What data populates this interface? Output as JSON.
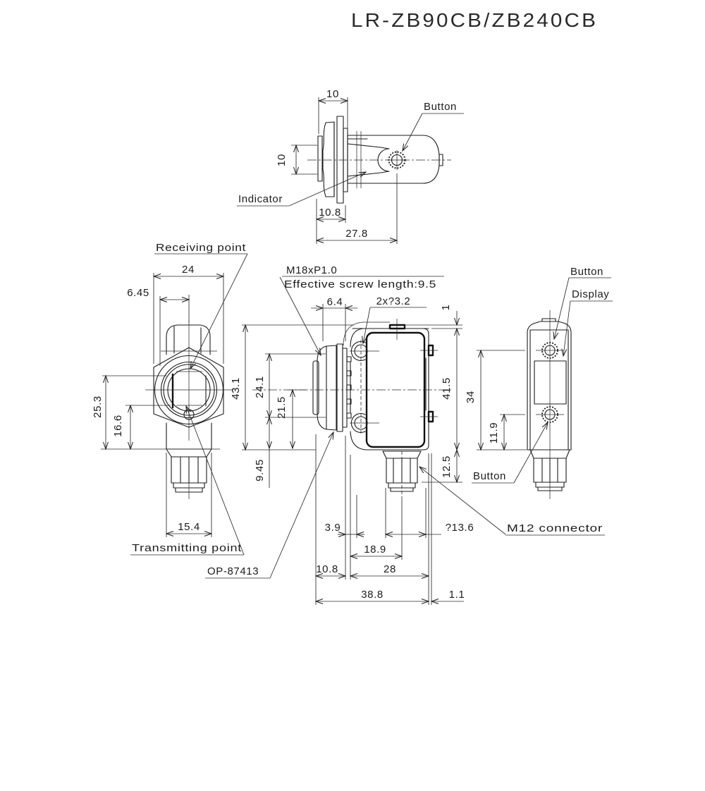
{
  "title": "LR-ZB90CB/ZB240CB",
  "top_view": {
    "dim_front_length": "10",
    "dim_barrel_dia": "10",
    "dim_flange_depth": "10.8",
    "dim_front_to_button": "27.8",
    "label_button": "Button",
    "label_indicator": "Indicator"
  },
  "front_view": {
    "label_receiving": "Receiving point",
    "label_transmitting": "Transmitting point",
    "dim_nut_width": "24",
    "dim_axis_offset": "6.45",
    "dim_receive_to_bottom": "25.3",
    "dim_transmit_to_bottom": "16.6",
    "dim_body_width": "15.4"
  },
  "side_view": {
    "label_thread": "M18xP1.0",
    "label_screw_length": "Effective screw length:9.5",
    "label_mount_holes": "2x?3.2",
    "label_adapter": "OP-87413",
    "label_connector": "M12 connector",
    "dim_total_height": "43.1",
    "dim_hole_span": "24.1",
    "dim_axis_height": "21.5",
    "dim_lower_height": "9.45",
    "dim_washer_depth": "6.4",
    "dim_tab_height": "1",
    "dim_body_height": "41.5",
    "dim_connector_drop": "12.5",
    "dim_front_step": "3.9",
    "dim_connector_dia": "?13.6",
    "dim_hole_offset": "18.9",
    "dim_nut_depth": "10.8",
    "dim_body_depth": "28",
    "dim_total_depth": "38.8",
    "dim_rear_tab": "1.1"
  },
  "rear_view": {
    "label_button_top": "Button",
    "label_display": "Display",
    "label_button_bottom": "Button",
    "dim_buttons_span": "34",
    "dim_button_height": "11.9"
  }
}
